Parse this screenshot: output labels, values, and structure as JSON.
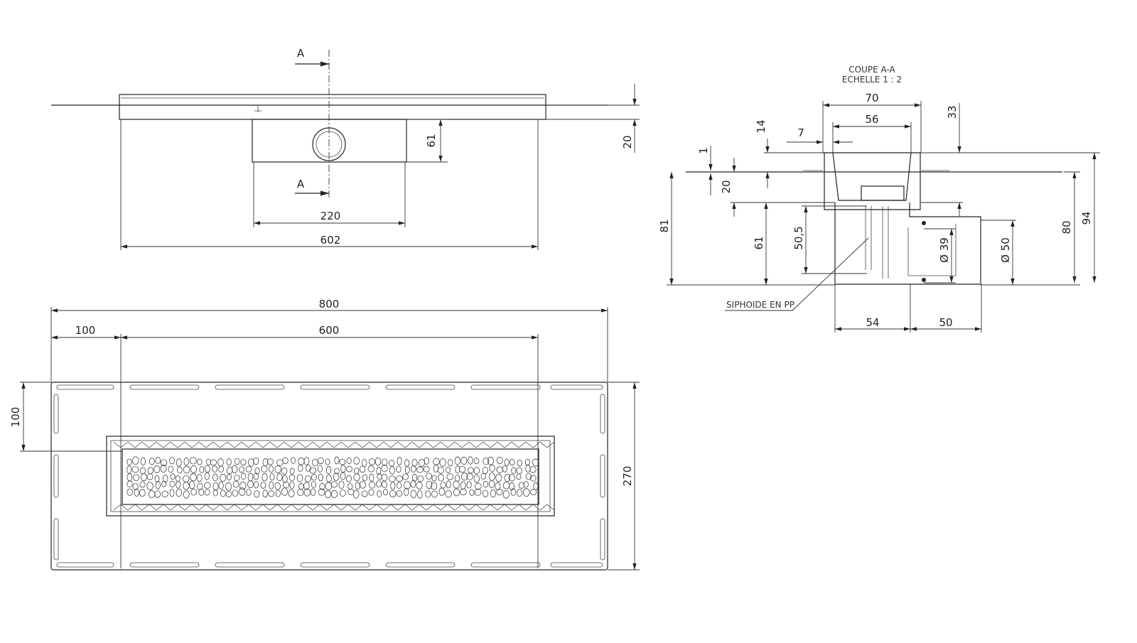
{
  "section_view": {
    "title": "COUPE A-A",
    "scale": "ECHELLE 1 : 2",
    "callout": "SIPHOIDE EN PP",
    "dims": {
      "d70": "70",
      "d56": "56",
      "d7": "7",
      "d14": "14",
      "d33": "33",
      "d1": "1",
      "d20": "20",
      "d81": "81",
      "d61": "61",
      "d50_5": "50,5",
      "dia39": "Ø 39",
      "dia50": "Ø 50",
      "d80": "80",
      "d94": "94",
      "d54": "54",
      "d50": "50"
    }
  },
  "side_view": {
    "section_mark": "A",
    "dims": {
      "d61": "61",
      "d20": "20",
      "d220": "220",
      "d602": "602"
    }
  },
  "plan_view": {
    "dims": {
      "d800": "800",
      "d100_top": "100",
      "d600": "600",
      "d100_left": "100",
      "d270": "270"
    }
  }
}
